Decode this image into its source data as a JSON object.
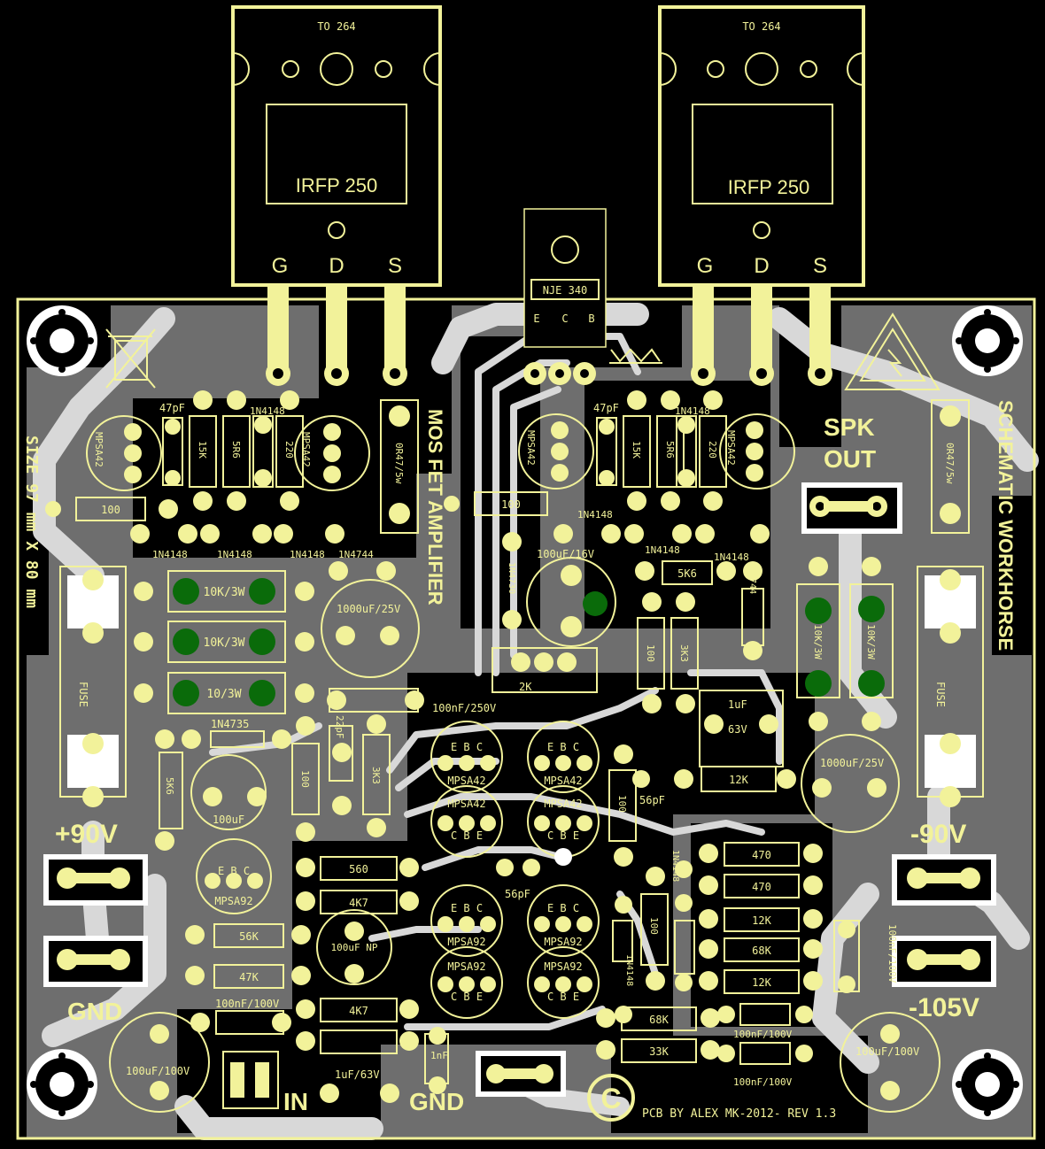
{
  "board": {
    "title": "MOS FET AMPLIFIER",
    "brand": "SCHEMATIC WORKHORSE",
    "size": "SIZE 97 mm X 80 mm",
    "credit": "PCB BY ALEX MK-2012- REV 1.3",
    "copyright": "C"
  },
  "transistors_power": [
    {
      "package": "TO 264",
      "part": "IRFP 250",
      "pins": [
        "G",
        "D",
        "S"
      ]
    },
    {
      "package": "TO 264",
      "part": "IRFP 250",
      "pins": [
        "G",
        "D",
        "S"
      ]
    }
  ],
  "driver": {
    "part": "NJE 340",
    "pins": [
      "E",
      "C",
      "B"
    ]
  },
  "terminals": {
    "pos_rail": "+90V",
    "neg_rail": "-90V",
    "neg_aux": "-105V",
    "gnd_left": "GND",
    "gnd_bottom": "GND",
    "input": "IN",
    "speaker": "SPK\nOUT"
  },
  "labels": {
    "cap_47pf": "47pF",
    "d_1n4148": "1N4148",
    "r_15k": "15K",
    "r_5r6": "5R6",
    "r_220": "220",
    "q_mpsa42": "MPSA42",
    "q_mpsa92": "MPSA92",
    "r_100": "100",
    "r_10k3w": "10K/3W",
    "r_103w": "10/3W",
    "d_1n4744": "1N4744",
    "d_1n4735": "1N4735",
    "c_1000uf25v": "1000uF/25V",
    "c_100uf": "100uF",
    "c_100uf16v": "100uF/16V",
    "c_100nf250v": "100nF/250V",
    "c_100nf100v": "100nF/100V",
    "c_100nf100v_alt": "100nF/100V",
    "c_1uf63v": "1uF/63V",
    "c_1uf": "1uF",
    "c_63v": "63V",
    "c_22pf": "22pF",
    "c_56pf": "56pF",
    "c_1nf": "1nF",
    "c_100uf100v": "100uF/100V",
    "r_3k3": "3K3",
    "r_560": "560",
    "r_4k7": "4K7",
    "r_56k": "56K",
    "r_47k": "47K",
    "r_470": "470",
    "r_12k": "12K",
    "r_68k": "68K",
    "r_33k": "33K",
    "r_5k6": "5K6",
    "r_0r47": "0R47/5w",
    "fuse": "FUSE",
    "pot": "2K",
    "d_1n4730": "1N4730",
    "c_100uf_np": "100uF NP",
    "q_ebc": "E B C",
    "q_cbe": "C B E",
    "q_ecb": "E C B"
  },
  "colors": {
    "background": "#000000",
    "copper_fill": "#6e6e6e",
    "trace": "#d8d8d8",
    "silkscreen": "#f2f29a",
    "pad_marker": "#0a6b0a"
  }
}
